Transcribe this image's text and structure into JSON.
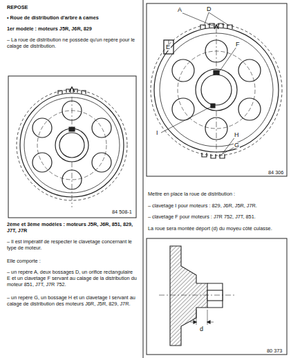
{
  "diagram": {
    "title": "REPOSE",
    "labels": [
      "• Roue de distribution d'arbre à cames",
      "1er modèle : moteurs J5R, J6R, 829",
      "– La roue de distribution ne possède qu'un repère pour le calage de distribution.",
      "84 508-1",
      "2ème et 3ème modèles : moteurs J5R, J6R, 851, 829, J7T, J7R",
      "– Il est impératif de respecter le clavetage concernant le type de moteur.",
      "Elle comporte :",
      "– un repère A, deux bossages D, un orifice rectangulaire E et un clavetage F servant au calage de la distribution du moteur 851, J7T, J7R 752.",
      "– un repère G, un bossage H et un clavetage I servant au calage de distribution des moteurs J6R, J5R, 829, J7R.",
      "A",
      "D",
      "E",
      "F",
      "I",
      "H",
      "G",
      "84 306",
      "Mettre en place la roue de distribution :",
      "– clavetage I pour moteurs : 829, J6R, J5R, J7R.",
      "– clavetage F pour moteurs : J7R 752, J7T, 851.",
      "La roue sera montée déport (d) du moyeu côté culasse.",
      "d",
      "80 373"
    ]
  }
}
